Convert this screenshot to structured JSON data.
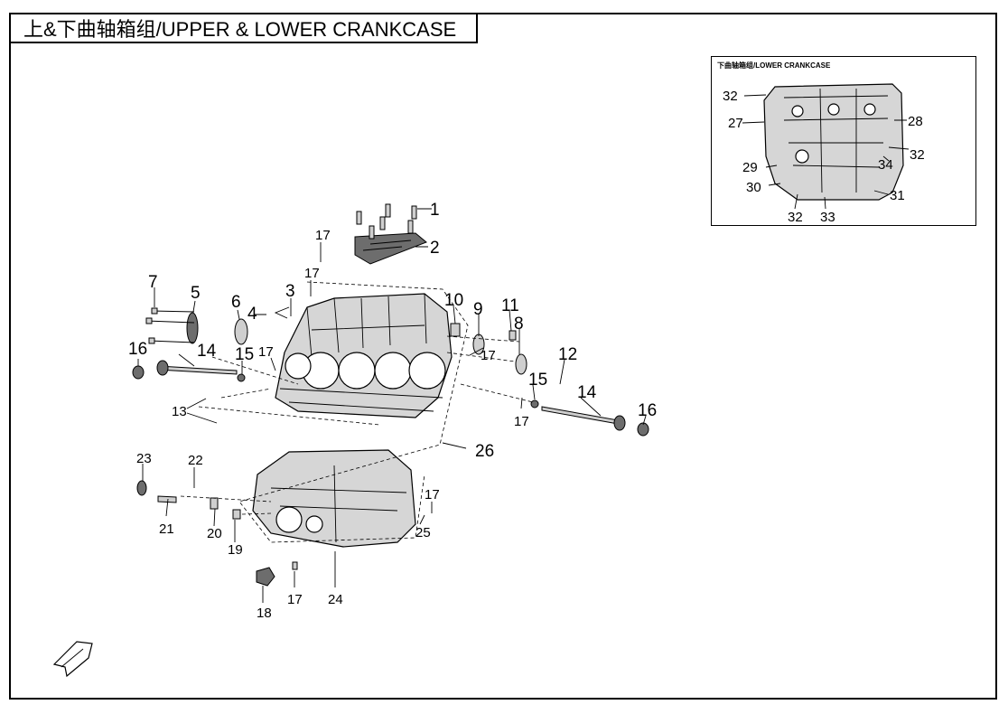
{
  "title": "上&下曲轴箱组/UPPER & LOWER CRANKCASE",
  "inset": {
    "title": "下曲轴箱组/LOWER CRANKCASE",
    "callouts": [
      "32",
      "27",
      "28",
      "32",
      "34",
      "29",
      "30",
      "31",
      "32",
      "33"
    ]
  },
  "callouts": [
    "1",
    "2",
    "17",
    "17",
    "3",
    "4",
    "7",
    "5",
    "6",
    "10",
    "9",
    "11",
    "8",
    "16",
    "14",
    "15",
    "17",
    "17",
    "12",
    "15",
    "14",
    "17",
    "16",
    "13",
    "26",
    "23",
    "22",
    "17",
    "21",
    "20",
    "19",
    "25",
    "18",
    "17",
    "24"
  ],
  "fwd_icon": "fwd-arrow-icon"
}
